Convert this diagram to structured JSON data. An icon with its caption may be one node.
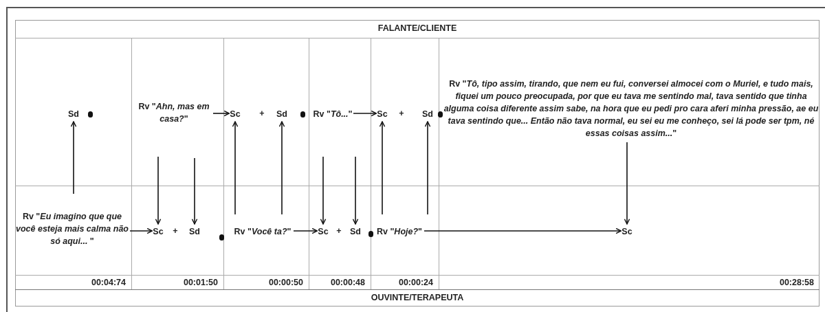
{
  "diagram": {
    "nodes": [
      {
        "text": [
          "Sd"
        ]
      },
      {
        "text": [
          "Rv \"*Ahn, mas em casa?*\""
        ]
      },
      {
        "text": [
          "Sc"
        ]
      },
      {
        "text": [
          "Sd"
        ]
      },
      {
        "text": [
          "Rv \"*Tô...*\""
        ]
      },
      {
        "text": [
          "Sc"
        ]
      },
      {
        "text": [
          "Sd"
        ]
      },
      {
        "text": [
          "Rv \"*Tô, tipo assim, tirando, que nem eu fui, conversei almocei com o Muriel, e tudo mais, fiquei um pouco preocupada, por que eu tava me sentindo mal, tava sentido que tinha alguma coisa diferente assim sabe, na hora que eu pedi pro cara aferi minha pressão, ae eu tava sentindo que... Então não tava normal, eu sei eu me conheço, sei lá pode ser tpm, né essas coisas assim...*\""
        ]
      },
      {
        "text": [
          "Rv \"*Eu imagino que que você esteja mais calma não só aqui...* \""
        ]
      },
      {
        "text": [
          "Sc"
        ]
      },
      {
        "text": [
          "Sd"
        ]
      },
      {
        "text": [
          "Rv \"*Você ta?*\""
        ]
      },
      {
        "text": [
          "Sc"
        ]
      },
      {
        "text": [
          "Sd"
        ]
      },
      {
        "text": [
          "Rv \"*Hoje?*\""
        ]
      },
      {
        "text": [
          "Sc"
        ]
      }
    ],
    "edges": [
      {
        "from": null,
        "to": 0,
        "arrow": "to"
      },
      {
        "from": 8,
        "to": 9,
        "arrow": "to"
      },
      {
        "from": 1,
        "to": 2,
        "arrow": "to"
      },
      {
        "from": null,
        "to": 9,
        "arrow": "to"
      },
      {
        "from": null,
        "to": 10,
        "arrow": "to"
      },
      {
        "from": 11,
        "to": 2,
        "arrow": "to"
      },
      {
        "from": 11,
        "to": 3,
        "arrow": "to"
      },
      {
        "from": 11,
        "to": 12,
        "arrow": "to"
      },
      {
        "from": 4,
        "to": 5,
        "arrow": "to"
      },
      {
        "from": null,
        "to": 12,
        "arrow": "to"
      },
      {
        "from": null,
        "to": 13,
        "arrow": "to"
      },
      {
        "from": 14,
        "to": 5,
        "arrow": "to"
      },
      {
        "from": 14,
        "to": 6,
        "arrow": "to"
      },
      {
        "from": 14,
        "to": 15,
        "arrow": "to"
      },
      {
        "from": 7,
        "to": 15,
        "arrow": "to"
      }
    ],
    "labels": [
      "FALANTE/CLIENTE",
      "+",
      "+",
      "+",
      "+",
      "00:04:74",
      "00:01:50",
      "00:00:50",
      "00:00:48",
      "00:00:24",
      "00:28:58",
      "OUVINTE/TERAPEUTA"
    ]
  }
}
